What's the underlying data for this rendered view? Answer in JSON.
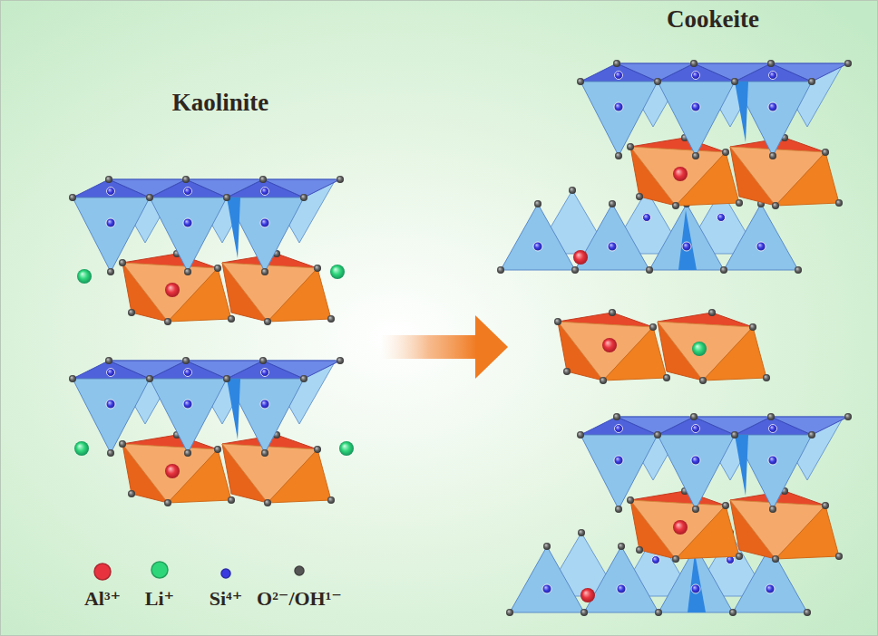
{
  "diagram": {
    "labels": [
      "Kaolinite",
      "Cookeite"
    ],
    "legend": [
      {
        "text": "Al³⁺",
        "color": "#e8333f"
      },
      {
        "text": "Li⁺",
        "color": "#2ed67a"
      },
      {
        "text": "Si⁴⁺",
        "color": "#3a3ae0"
      },
      {
        "text": "O²⁻/OH¹⁻",
        "color": "#555555"
      }
    ]
  }
}
